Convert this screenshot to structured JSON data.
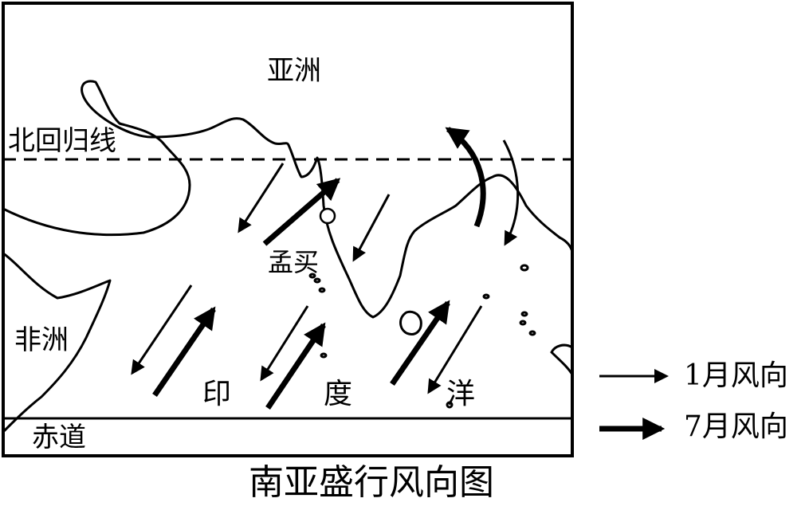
{
  "map": {
    "title": "南亚盛行风向图",
    "labels": {
      "asia": "亚洲",
      "tropic_of_cancer": "北回归线",
      "mumbai": "孟买",
      "africa": "非洲",
      "ocean_yin": "印",
      "ocean_du": "度",
      "ocean_yang": "洋",
      "equator": "赤道"
    },
    "legend": {
      "january_wind": "1月风向",
      "july_wind": "7月风向"
    },
    "colors": {
      "ink": "#000000",
      "background": "#ffffff"
    }
  }
}
